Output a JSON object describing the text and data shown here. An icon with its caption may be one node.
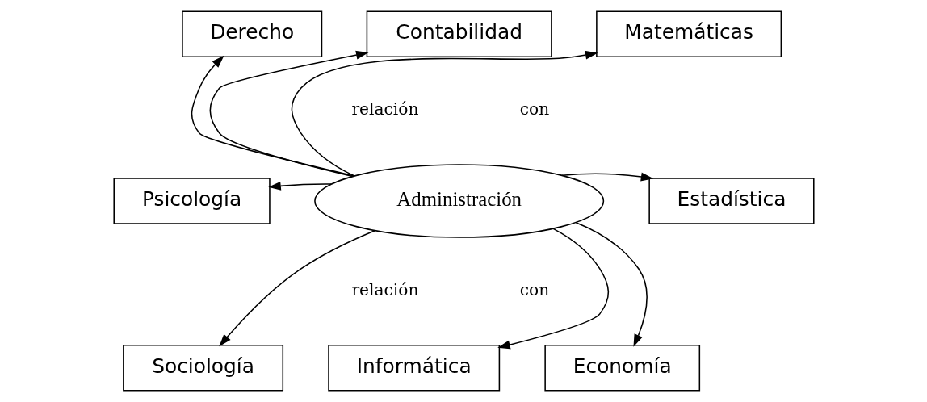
{
  "diagram": {
    "nodes": [
      {
        "text": [
          "Administración"
        ]
      },
      {
        "text": [
          "Derecho"
        ]
      },
      {
        "text": [
          "Contabilidad"
        ]
      },
      {
        "text": [
          "Matemáticas"
        ]
      },
      {
        "text": [
          "Psicología"
        ]
      },
      {
        "text": [
          "Estadística"
        ]
      },
      {
        "text": [
          "Sociología"
        ]
      },
      {
        "text": [
          "Informática"
        ]
      },
      {
        "text": [
          "Economía"
        ]
      }
    ],
    "edges": [
      {
        "from": 0,
        "to": 1,
        "arrow": "to"
      },
      {
        "from": 0,
        "to": 2,
        "arrow": "to"
      },
      {
        "from": 0,
        "to": 3,
        "arrow": "to"
      },
      {
        "from": 0,
        "to": 4,
        "arrow": "to"
      },
      {
        "from": 0,
        "to": 5,
        "arrow": "to"
      },
      {
        "from": 0,
        "to": 6,
        "arrow": "to"
      },
      {
        "from": 0,
        "to": 7,
        "arrow": "to"
      },
      {
        "from": 0,
        "to": 8,
        "arrow": "to"
      }
    ],
    "labels": [
      "relación",
      "con",
      "relación",
      "con"
    ]
  }
}
